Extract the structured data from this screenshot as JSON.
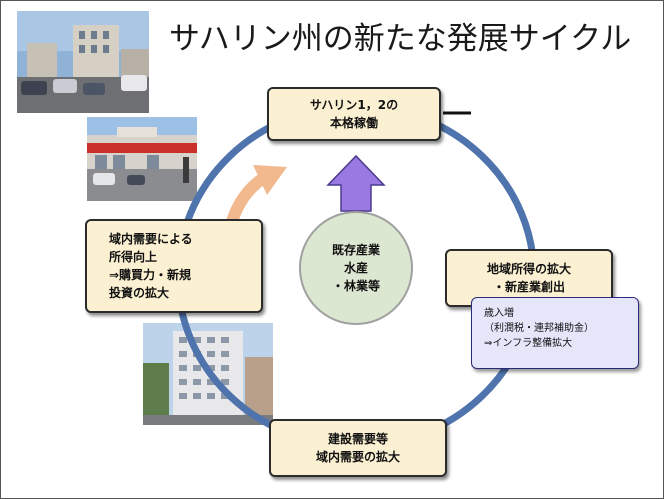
{
  "title": "サハリン州の新たな発展サイクル",
  "nodes": {
    "top": {
      "lines": [
        "サハリン1，2の",
        "本格稼働"
      ]
    },
    "right": {
      "lines": [
        "地域所得の拡大",
        "・新産業創出"
      ]
    },
    "bottom": {
      "lines": [
        "建設需要等",
        "域内需要の拡大"
      ]
    },
    "left": {
      "lines": [
        "域内需要による",
        "所得向上",
        "⇒購買力・新規",
        "投資の拡大"
      ]
    },
    "center": {
      "lines": [
        "既存産業",
        "水産",
        "・林業等"
      ]
    }
  },
  "note": {
    "lines": [
      "歳入増",
      "（利潤税・連邦補助金）",
      "⇒インフラ整備拡大"
    ]
  },
  "photos": [
    "city-street-photo",
    "shopping-center-photo",
    "apartment-building-photo"
  ],
  "colors": {
    "cycle_ring": "#4f74ad",
    "box_fill": "#fbf1d2",
    "note_fill": "#e6e6fb",
    "up_arrow": "#9b79e3",
    "curved_arrow": "#f2b98f",
    "center_fill": "#dce7d2"
  }
}
